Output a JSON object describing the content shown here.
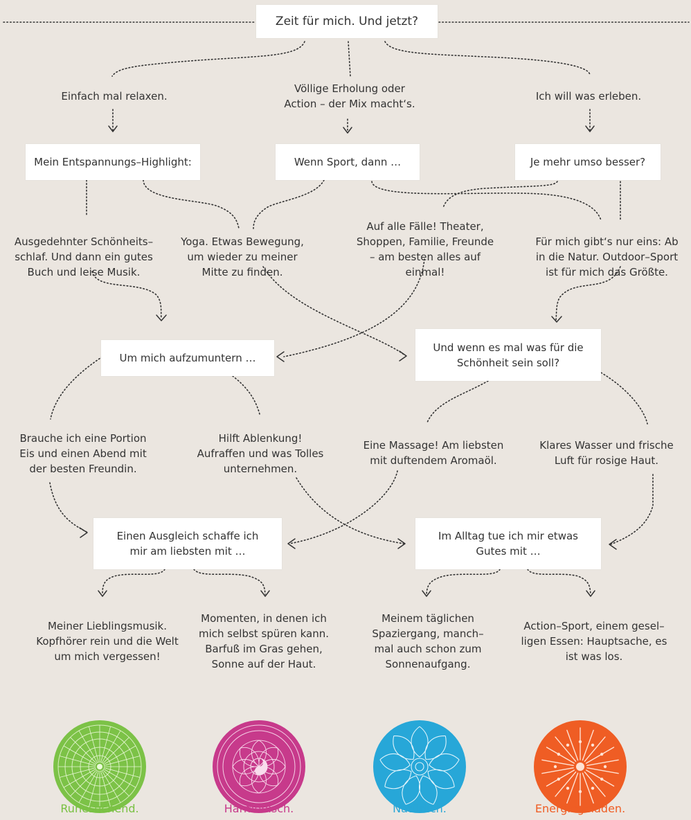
{
  "root": "Zeit für mich. Und jetzt?",
  "level1": [
    "Einfach mal relaxen.",
    "Völlige Erholung oder\nAction – der Mix macht‘s.",
    "Ich will was erleben."
  ],
  "level1_boxes": [
    "Mein Entspannungs–Highlight:",
    "Wenn Sport, dann …",
    "Je mehr umso besser?"
  ],
  "level2": [
    "Ausgedehnter Schönheits–\nschlaf. Und dann ein gutes\nBuch und leise Musik.",
    "Yoga. Etwas Bewegung,\num wieder zu meiner\nMitte zu finden.",
    "Auf alle Fälle! Theater,\nShoppen, Familie, Freunde\n– am besten alles auf\neinmal!",
    "Für mich gibt‘s nur eins: Ab\nin die Natur. Outdoor–Sport\nist für mich das Größte."
  ],
  "level2_boxes": [
    "Um mich aufzumuntern …",
    "Und wenn es mal was für die\nSchönheit sein soll?"
  ],
  "level3": [
    "Brauche ich eine Portion\nEis und einen Abend mit\nder besten Freundin.",
    "Hilft Ablenkung!\nAufraffen und was Tolles\nunternehmen.",
    "Eine Massage! Am liebsten\nmit duftendem Aromaöl.",
    "Klares Wasser und frische\nLuft für rosige Haut."
  ],
  "level3_boxes": [
    "Einen Ausgleich schaffe ich\nmir am liebsten mit …",
    "Im Alltag tue ich mir etwas\nGutes mit …"
  ],
  "outcomes": [
    "Meiner Lieblingsmusik.\nKopfhörer rein und die Welt\num mich vergessen!",
    "Momenten, in denen ich\nmich selbst spüren kann.\nBarfuß im Gras gehen,\nSonne auf der Haut.",
    "Meinem täglichen\nSpaziergang, manch–\nmal auch schon zum\nSonnenaufgang.",
    "Action–Sport, einem gesel–\nligen Essen: Hauptsache, es\nist was los."
  ],
  "types": [
    {
      "label": "Ruhesuchend.",
      "color": "#79c143",
      "icon": "green-mandala-icon"
    },
    {
      "label": "Harmonisch.",
      "color": "#c73a8b",
      "icon": "magenta-mandala-icon"
    },
    {
      "label": "Natürlich.",
      "color": "#28a6d6",
      "icon": "blue-lotus-mandala-icon"
    },
    {
      "label": "Energiegeladen.",
      "color": "#ef5d24",
      "icon": "orange-sunburst-mandala-icon"
    }
  ]
}
